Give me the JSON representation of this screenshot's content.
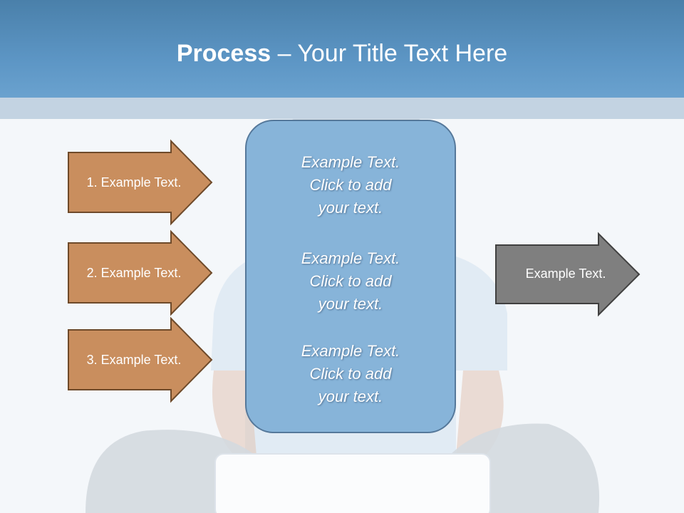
{
  "title": {
    "bold": "Process",
    "rest": " – Your Title Text Here"
  },
  "input_arrows": [
    {
      "label": "1. Example Text."
    },
    {
      "label": "2. Example Text."
    },
    {
      "label": "3. Example Text."
    }
  ],
  "center_blocks": [
    {
      "line1": "Example Text.",
      "line2": "Click  to add",
      "line3": "your text."
    },
    {
      "line1": "Example Text.",
      "line2": "Click  to add",
      "line3": "your text."
    },
    {
      "line1": "Example Text.",
      "line2": "Click  to add",
      "line3": "your text."
    }
  ],
  "output_arrow": {
    "label": "Example Text."
  },
  "colors": {
    "header": "#5c95c4",
    "input_arrow_fill": "#c98e5e",
    "input_arrow_border": "#6e4a2a",
    "center_box_fill": "#87b4d9",
    "output_arrow_fill": "#7f7f7f"
  }
}
